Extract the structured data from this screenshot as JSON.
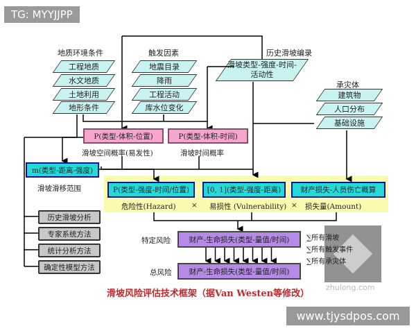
{
  "badge": "TG: MYYJJPP",
  "footer_url": "www.tjysdpos.com",
  "watermark": "zhulong.com",
  "title": "滑坡风险评估技术框架（据Van Westen等修改）",
  "geo": {
    "header": "地质环境条件",
    "items": [
      "工程地质",
      "水文地质",
      "土地利用",
      "地形条件"
    ]
  },
  "trigger": {
    "header": "触发因素",
    "items": [
      "地震目录",
      "降雨",
      "工程活动",
      "库水位变化"
    ]
  },
  "history": {
    "header": "历史滑坡编录",
    "item": "滑坡类型-强度-时间-活动性"
  },
  "elements": {
    "header": "承灾体",
    "items": [
      "建筑物",
      "人口分布",
      "基础设施"
    ]
  },
  "p_location": "P(类型-体积-位置)",
  "p_location_label": "滑坡空间概率(易发性)",
  "p_time": "P(类型-体积-时间)",
  "p_time_label": "滑坡时间概率",
  "runout": "m(类型-距离-强度)",
  "runout_label": "滑坡滑移范围",
  "methods": [
    "历史滑坡分析",
    "专家系统方法",
    "统计分析方法",
    "确定性模型方法"
  ],
  "hazard_box": "P(类型-强度-时间/位置)",
  "hazard_label": "危险性(Hazard)",
  "vuln_box": "[0, 1](类型-强度-距离)",
  "vuln_label": "易损性 (Vulnerability)",
  "amount_box": "财产损失-人员伤亡概算",
  "amount_label": "损失量(Amount)",
  "times": "×",
  "specific_risk_label": "特定风险",
  "specific_risk": "财产-生命损失(类型-量值/时间)",
  "total_risk_label": "总风险",
  "total_risk": "财产-生命损失(类型-量值/时间)",
  "sums": [
    "∑所有滑坡",
    "∑所有触发事件",
    "∑所有承灾体"
  ]
}
